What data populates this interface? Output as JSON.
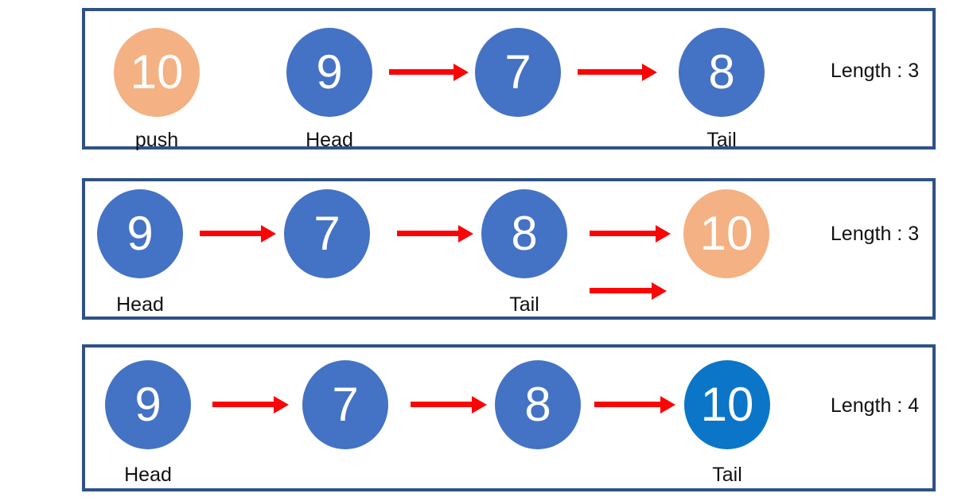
{
  "colors": {
    "panel_border": "#2F5186",
    "node_blue": "#4472C4",
    "node_orange": "#F4B183",
    "node_darkblue": "#0B76C8",
    "arrow_red": "#FA0505",
    "node_text": "#FFFFFF",
    "label_text": "#111111"
  },
  "panels": [
    {
      "name": "panel-1",
      "length_label": "Length : 3",
      "nodes": [
        {
          "value": "10",
          "color": "orange",
          "label": "push"
        },
        {
          "value": "9",
          "color": "blue",
          "label": "Head"
        },
        {
          "value": "7",
          "color": "blue",
          "label": null
        },
        {
          "value": "8",
          "color": "blue",
          "label": "Tail"
        }
      ],
      "arrows": [
        "9→7",
        "7→8"
      ]
    },
    {
      "name": "panel-2",
      "length_label": "Length : 3",
      "nodes": [
        {
          "value": "9",
          "color": "blue",
          "label": "Head"
        },
        {
          "value": "7",
          "color": "blue",
          "label": null
        },
        {
          "value": "8",
          "color": "blue",
          "label": "Tail"
        },
        {
          "value": "10",
          "color": "orange",
          "label": null
        }
      ],
      "arrows": [
        "9→7",
        "7→8",
        "8→10",
        "8→10-extra-below"
      ]
    },
    {
      "name": "panel-3",
      "length_label": "Length : 4",
      "nodes": [
        {
          "value": "9",
          "color": "blue",
          "label": "Head"
        },
        {
          "value": "7",
          "color": "blue",
          "label": null
        },
        {
          "value": "8",
          "color": "blue",
          "label": null
        },
        {
          "value": "10",
          "color": "darkblue",
          "label": "Tail"
        }
      ],
      "arrows": [
        "9→7",
        "7→8",
        "8→10"
      ]
    }
  ]
}
